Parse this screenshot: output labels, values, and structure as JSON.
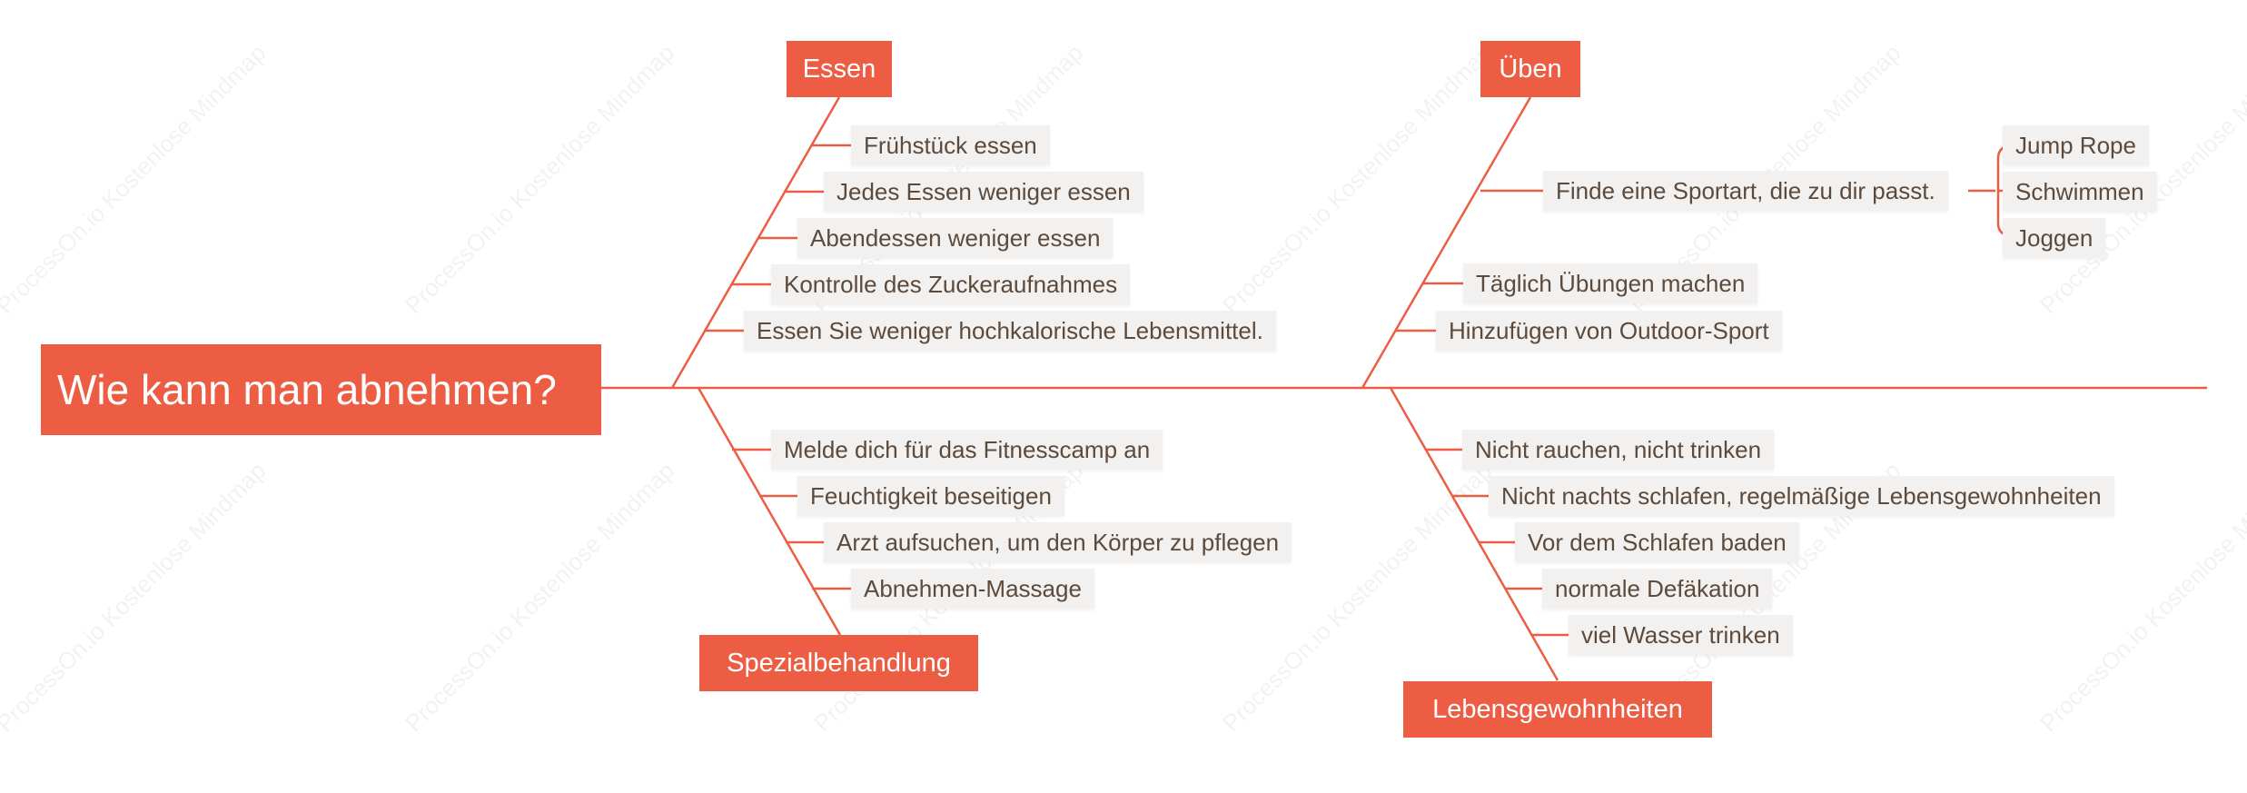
{
  "root": {
    "label": "Wie kann man abnehmen?"
  },
  "branches": {
    "essen": {
      "label": "Essen",
      "items": [
        "Frühstück essen",
        "Jedes Essen weniger essen",
        "Abendessen weniger essen",
        "Kontrolle des Zuckeraufnahmes",
        "Essen Sie weniger hochkalorische Lebensmittel."
      ]
    },
    "ueben": {
      "label": "Üben",
      "items": [
        "Finde eine Sportart, die zu dir passt.",
        "Täglich Übungen machen",
        "Hinzufügen von Outdoor-Sport"
      ],
      "sub_items": [
        "Jump Rope",
        "Schwimmen",
        "Joggen"
      ]
    },
    "spezial": {
      "label": "Spezialbehandlung",
      "items": [
        "Melde dich für das Fitnesscamp an",
        "Feuchtigkeit beseitigen",
        "Arzt aufsuchen, um den Körper zu pflegen",
        "Abnehmen-Massage"
      ]
    },
    "leben": {
      "label": "Lebensgewohnheiten",
      "items": [
        "Nicht rauchen, nicht trinken",
        "Nicht nachts schlafen, regelmäßige Lebensgewohnheiten",
        "Vor dem Schlafen baden",
        "normale Defäkation",
        "viel Wasser trinken"
      ]
    }
  },
  "watermark": "ProcessOn.io Kostenlose Mindmap",
  "colors": {
    "accent": "#ec5d43",
    "leaf_bg": "#f2f1f0",
    "leaf_text": "#5c4a3c"
  }
}
